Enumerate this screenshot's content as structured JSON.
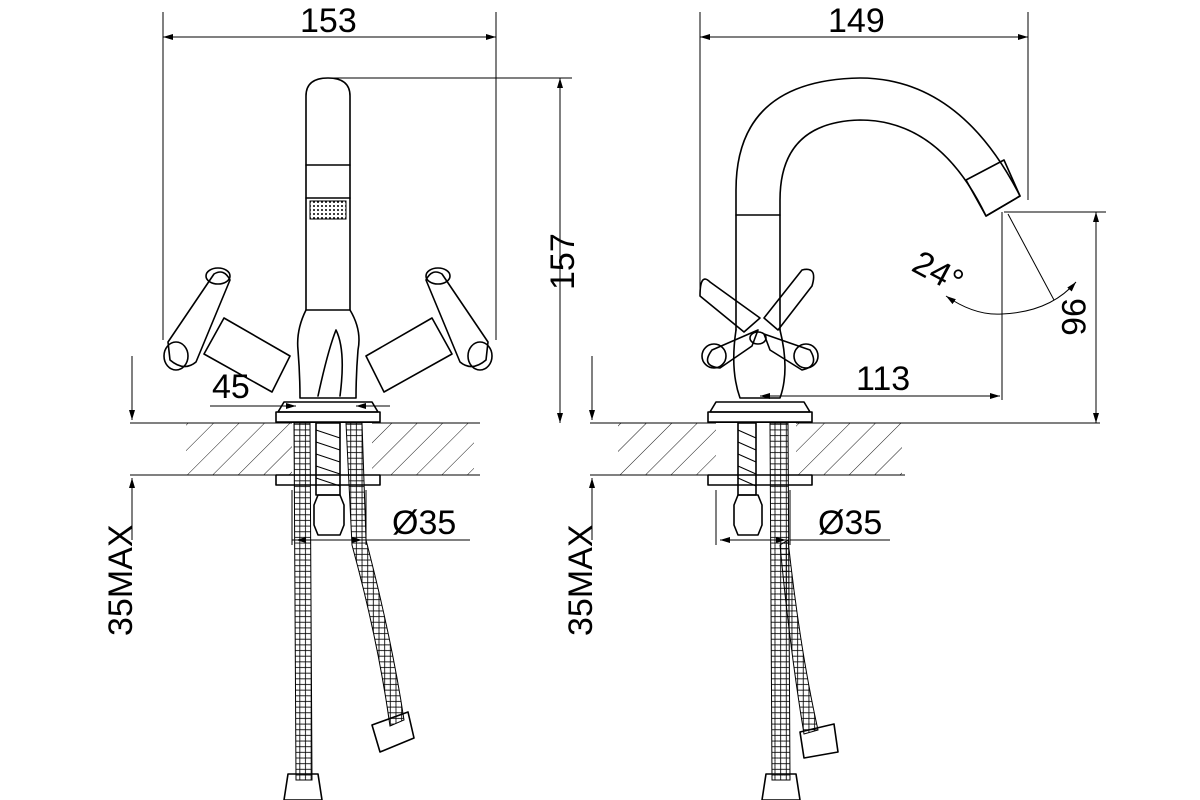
{
  "diagram": {
    "front_view": {
      "width_dim": "153",
      "height_dim": "157",
      "handle_dim": "45",
      "diameter_dim": "Ø35",
      "depth_dim": "35MAX"
    },
    "side_view": {
      "width_dim": "149",
      "reach_dim": "113",
      "angle_dim": "24°",
      "spout_height_dim": "96",
      "diameter_dim": "Ø35",
      "depth_dim": "35MAX"
    }
  }
}
